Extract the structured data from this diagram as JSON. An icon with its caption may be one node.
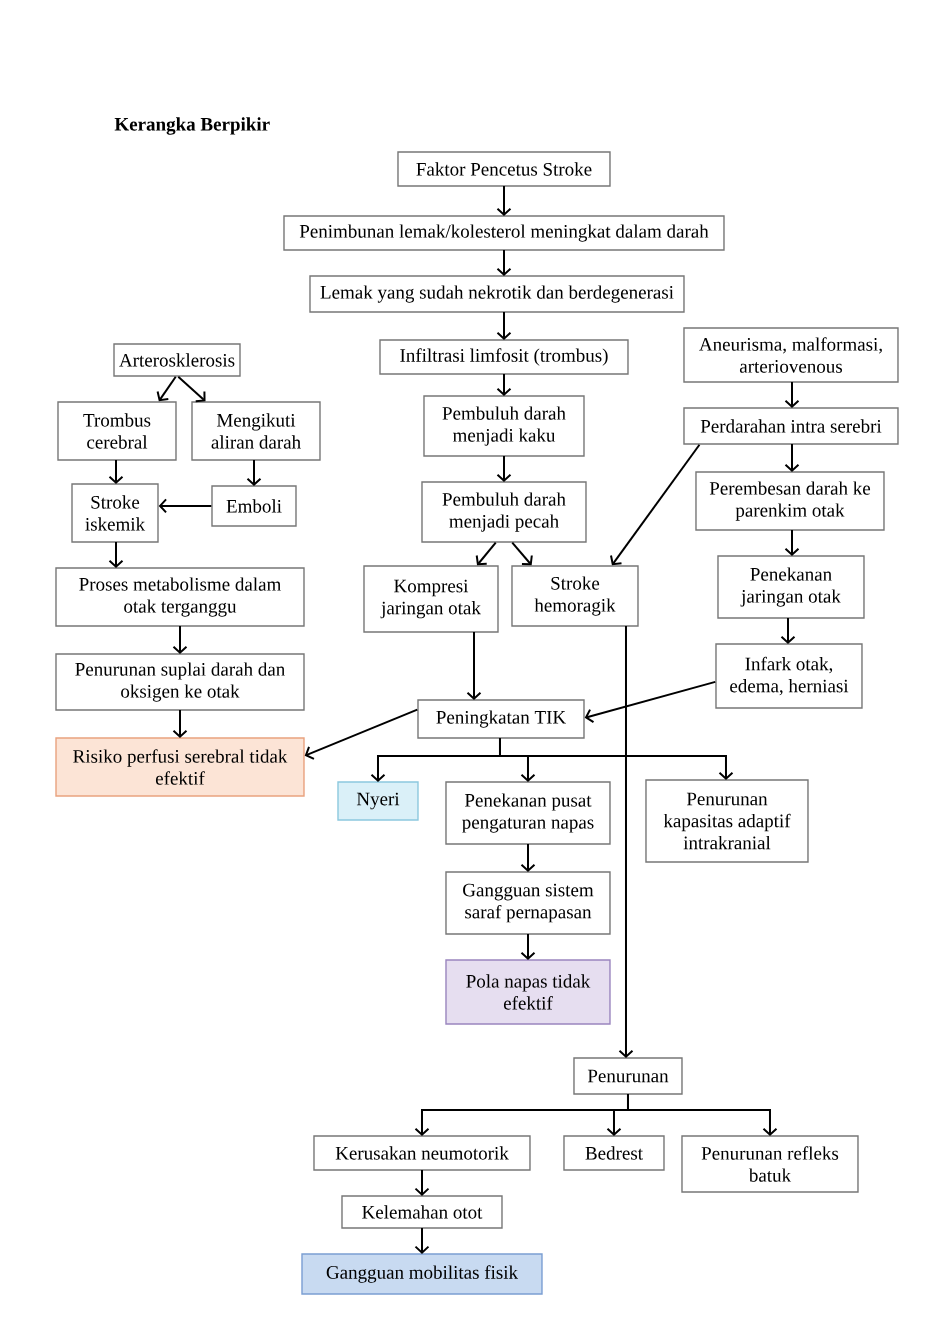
{
  "diagram": {
    "title": "Kerangka Berpikir",
    "nodes": [
      {
        "text": [
          "Faktor Pencetus Stroke"
        ]
      },
      {
        "text": [
          "Penimbunan lemak/kolesterol meningkat dalam darah"
        ]
      },
      {
        "text": [
          "Lemak yang sudah nekrotik dan berdegenerasi"
        ]
      },
      {
        "text": [
          "Arterosklerosis"
        ]
      },
      {
        "text": [
          "Infiltrasi limfosit (trombus)"
        ]
      },
      {
        "text": [
          "Aneurisma, malformasi, arteriovenous"
        ]
      },
      {
        "text": [
          "Trombus cerebral"
        ]
      },
      {
        "text": [
          "Mengikuti aliran darah"
        ]
      },
      {
        "text": [
          "Pembuluh darah menjadi kaku"
        ]
      },
      {
        "text": [
          "Perdarahan intra serebri"
        ]
      },
      {
        "text": [
          "Stroke iskemik"
        ]
      },
      {
        "text": [
          "Emboli"
        ]
      },
      {
        "text": [
          "Pembuluh darah menjadi pecah"
        ]
      },
      {
        "text": [
          "Perembesan darah ke parenkim otak"
        ]
      },
      {
        "text": [
          "Proses metabolisme dalam otak terganggu"
        ]
      },
      {
        "text": [
          "Kompresi jaringan otak"
        ]
      },
      {
        "text": [
          "Stroke hemoragik"
        ]
      },
      {
        "text": [
          "Penekanan jaringan otak"
        ]
      },
      {
        "text": [
          "Penurunan suplai darah dan oksigen ke otak"
        ]
      },
      {
        "text": [
          "Infark otak, edema, herniasi"
        ]
      },
      {
        "text": [
          "Peningkatan TIK"
        ]
      },
      {
        "text": [
          "Risiko perfusi serebral tidak efektif"
        ]
      },
      {
        "text": [
          "Nyeri"
        ]
      },
      {
        "text": [
          "Penekanan pusat pengaturan napas"
        ]
      },
      {
        "text": [
          "Penurunan kapasitas adaptif intrakranial"
        ]
      },
      {
        "text": [
          "Gangguan sistem saraf pernapasan"
        ]
      },
      {
        "text": [
          "Pola napas tidak efektif"
        ]
      },
      {
        "text": [
          "Penurunan"
        ]
      },
      {
        "text": [
          "Kerusakan neumotorik"
        ]
      },
      {
        "text": [
          "Bedrest"
        ]
      },
      {
        "text": [
          "Penurunan refleks batuk"
        ]
      },
      {
        "text": [
          "Kelemahan otot"
        ]
      },
      {
        "text": [
          "Gangguan mobilitas fisik"
        ]
      }
    ],
    "edges": [
      {
        "from": 0,
        "to": 1,
        "arrow": "to"
      },
      {
        "from": 1,
        "to": 2,
        "arrow": "to"
      },
      {
        "from": 2,
        "to": 4,
        "arrow": "to"
      },
      {
        "from": 3,
        "to": 6,
        "arrow": "to"
      },
      {
        "from": 3,
        "to": 7,
        "arrow": "to"
      },
      {
        "from": 4,
        "to": 8,
        "arrow": "to"
      },
      {
        "from": 5,
        "to": 9,
        "arrow": "to"
      },
      {
        "from": 6,
        "to": 10,
        "arrow": "to"
      },
      {
        "from": 7,
        "to": 11,
        "arrow": "to"
      },
      {
        "from": 11,
        "to": 10,
        "arrow": "to"
      },
      {
        "from": 8,
        "to": 12,
        "arrow": "to"
      },
      {
        "from": 9,
        "to": 13,
        "arrow": "to"
      },
      {
        "from": 9,
        "to": 16,
        "arrow": "to"
      },
      {
        "from": 12,
        "to": 15,
        "arrow": "to"
      },
      {
        "from": 12,
        "to": 16,
        "arrow": "to"
      },
      {
        "from": 13,
        "to": 17,
        "arrow": "to"
      },
      {
        "from": 10,
        "to": 14,
        "arrow": "to"
      },
      {
        "from": 14,
        "to": 18,
        "arrow": "to"
      },
      {
        "from": 17,
        "to": 19,
        "arrow": "to"
      },
      {
        "from": 15,
        "to": 20,
        "arrow": "to"
      },
      {
        "from": 19,
        "to": 20,
        "arrow": "to"
      },
      {
        "from": 18,
        "to": 21,
        "arrow": "to"
      },
      {
        "from": 20,
        "to": 21,
        "arrow": "to"
      },
      {
        "from": 20,
        "to": 22,
        "arrow": "to"
      },
      {
        "from": 20,
        "to": 23,
        "arrow": "to"
      },
      {
        "from": 20,
        "to": 24,
        "arrow": "to"
      },
      {
        "from": 16,
        "to": 27,
        "arrow": "to"
      },
      {
        "from": 23,
        "to": 25,
        "arrow": "to"
      },
      {
        "from": 25,
        "to": 26,
        "arrow": "to"
      },
      {
        "from": 27,
        "to": 28,
        "arrow": "to"
      },
      {
        "from": 27,
        "to": 29,
        "arrow": "to"
      },
      {
        "from": 27,
        "to": 30,
        "arrow": "to"
      },
      {
        "from": 28,
        "to": 31,
        "arrow": "to"
      },
      {
        "from": 31,
        "to": 32,
        "arrow": "to"
      }
    ]
  }
}
